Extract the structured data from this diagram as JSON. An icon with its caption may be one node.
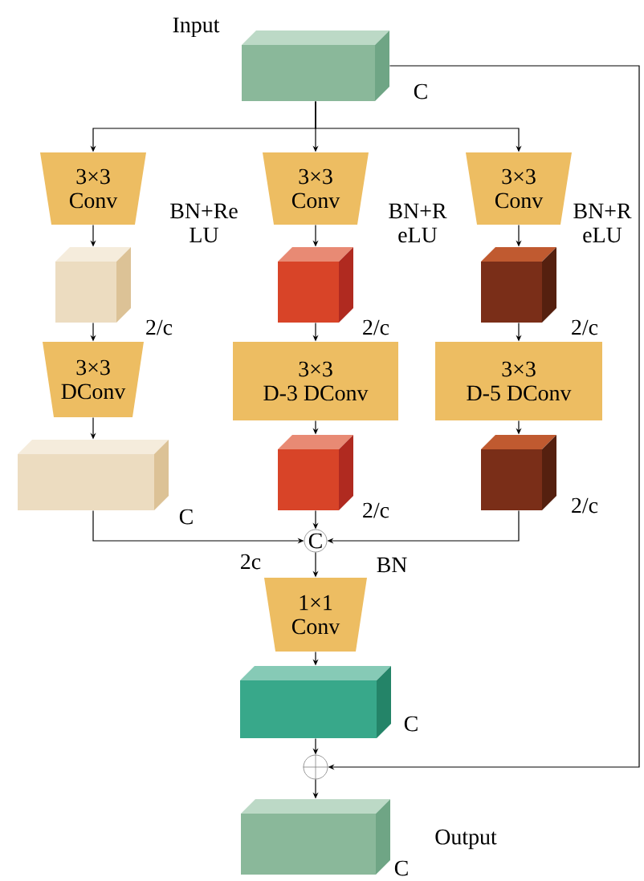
{
  "diagram": {
    "nodes": [
      {
        "text": [],
        "shape": "box",
        "beside": [
          "Input",
          "C"
        ]
      },
      {
        "text": [
          "3×3 Conv"
        ],
        "beside": [
          "BN+Re LU"
        ]
      },
      {
        "text": [
          "3×3 Conv"
        ],
        "beside": [
          "BN+R eLU"
        ]
      },
      {
        "text": [
          "3×3 Conv"
        ],
        "beside": [
          "BN+R eLU"
        ]
      },
      {
        "text": [],
        "shape": "box",
        "beside": [
          "2/c"
        ]
      },
      {
        "text": [],
        "shape": "box",
        "beside": [
          "2/c"
        ]
      },
      {
        "text": [],
        "shape": "box",
        "beside": [
          "2/c"
        ]
      },
      {
        "text": [
          "3×3 DConv"
        ]
      },
      {
        "text": [
          "3×3 D-3 DConv"
        ]
      },
      {
        "text": [
          "3×3 D-5 DConv"
        ]
      },
      {
        "text": [],
        "shape": "box",
        "beside": [
          "C"
        ]
      },
      {
        "text": [],
        "shape": "box",
        "beside": [
          "2/c"
        ]
      },
      {
        "text": [],
        "shape": "box",
        "beside": [
          "2/c"
        ]
      },
      {
        "text": [
          "C"
        ]
      },
      {
        "text": [
          "1×1 Conv"
        ]
      },
      {
        "text": [],
        "shape": "box",
        "beside": [
          "C"
        ]
      },
      {
        "text": [],
        "shape": "circle"
      },
      {
        "text": [],
        "shape": "box",
        "beside": [
          "Output",
          "C"
        ]
      }
    ],
    "edges": [
      {
        "from": 0,
        "to": 1,
        "arrow": "to"
      },
      {
        "from": 0,
        "to": 2,
        "arrow": "to"
      },
      {
        "from": 0,
        "to": 3,
        "arrow": "to"
      },
      {
        "from": 1,
        "to": 4,
        "arrow": "to"
      },
      {
        "from": 2,
        "to": 5,
        "arrow": "to"
      },
      {
        "from": 3,
        "to": 6,
        "arrow": "to"
      },
      {
        "from": 4,
        "to": 7,
        "arrow": "to"
      },
      {
        "from": 5,
        "to": 8,
        "arrow": "to"
      },
      {
        "from": 6,
        "to": 9,
        "arrow": "to"
      },
      {
        "from": 7,
        "to": 10,
        "arrow": "to"
      },
      {
        "from": 8,
        "to": 11,
        "arrow": "to"
      },
      {
        "from": 9,
        "to": 12,
        "arrow": "to"
      },
      {
        "from": 10,
        "to": 13,
        "arrow": "to"
      },
      {
        "from": 11,
        "to": 13,
        "arrow": "to"
      },
      {
        "from": 12,
        "to": 13,
        "arrow": "to"
      },
      {
        "from": 13,
        "to": 14,
        "arrow": "to"
      },
      {
        "from": 14,
        "to": 15,
        "arrow": "to"
      },
      {
        "from": 15,
        "to": 16,
        "arrow": "to"
      },
      {
        "from": 16,
        "to": 17,
        "arrow": "to"
      },
      {
        "from": 0,
        "to": 16,
        "arrow": "to"
      }
    ],
    "labels": [
      "2c",
      "BN"
    ]
  }
}
